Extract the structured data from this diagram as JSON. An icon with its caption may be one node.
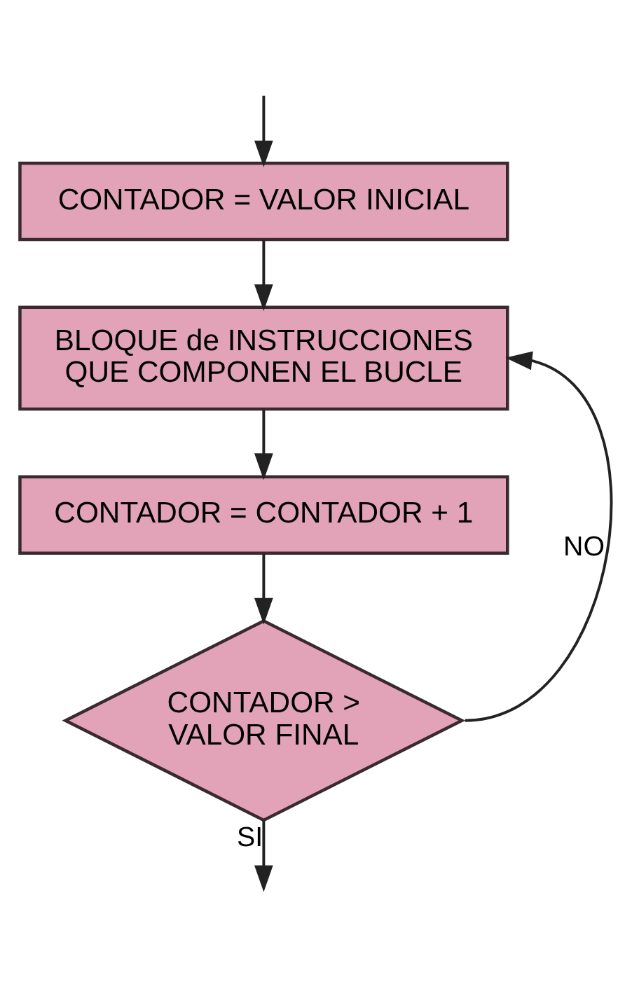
{
  "diagram": {
    "nodes": [
      {
        "text": [
          "CONTADOR = VALOR INICIAL"
        ]
      },
      {
        "text": [
          "BLOQUE de INSTRUCCIONES QUE COMPONEN EL BUCLE"
        ]
      },
      {
        "text": [
          "CONTADOR = CONTADOR + 1"
        ]
      },
      {
        "text": [
          "CONTADOR > VALOR FINAL"
        ]
      }
    ],
    "edges": [
      {
        "from": null,
        "to": 0,
        "arrow": "to"
      },
      {
        "from": 0,
        "to": 1,
        "arrow": "to"
      },
      {
        "from": 1,
        "to": 2,
        "arrow": "to"
      },
      {
        "from": 2,
        "to": 3,
        "arrow": "to"
      },
      {
        "from": 3,
        "to": 1,
        "arrow": "to",
        "label": "NO"
      },
      {
        "from": 3,
        "to": null,
        "arrow": "to",
        "label": "SI"
      }
    ]
  }
}
